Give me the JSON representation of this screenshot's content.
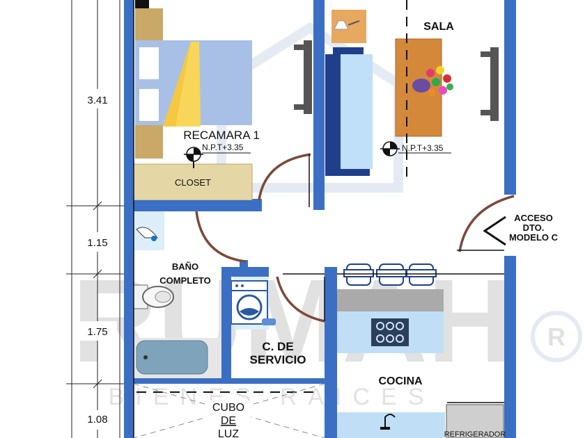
{
  "dimensions": [
    "3.41",
    "1.15",
    "1.75",
    "1.08"
  ],
  "rooms": {
    "recamara": "RECAMARA 1",
    "closet": "CLOSET",
    "sala": "SALA",
    "bano": [
      "BAÑO",
      "COMPLETO"
    ],
    "servicio": [
      "C. DE",
      "SERVICIO"
    ],
    "cocina": "COCINA",
    "cubo": [
      "CUBO",
      "DE",
      "LUZ"
    ],
    "refrigerador": "REFRIGERADOR"
  },
  "levels": {
    "recamara": "N.P.T+3.35",
    "sala": "N.P.T+3.35"
  },
  "acceso": [
    "ACCESO",
    "DTO.",
    "MODELO C"
  ],
  "watermark": {
    "logo": "RUMAH",
    "tagline": "BIENES RAICES",
    "registered": "R"
  },
  "colors": {
    "wall": "#3a6fc4",
    "closet": "#e5d7a5",
    "counter": "#c0dff6",
    "sofa": "#1f3f8a",
    "table": "#d4883a",
    "door_arc": "#7a4a3a"
  }
}
